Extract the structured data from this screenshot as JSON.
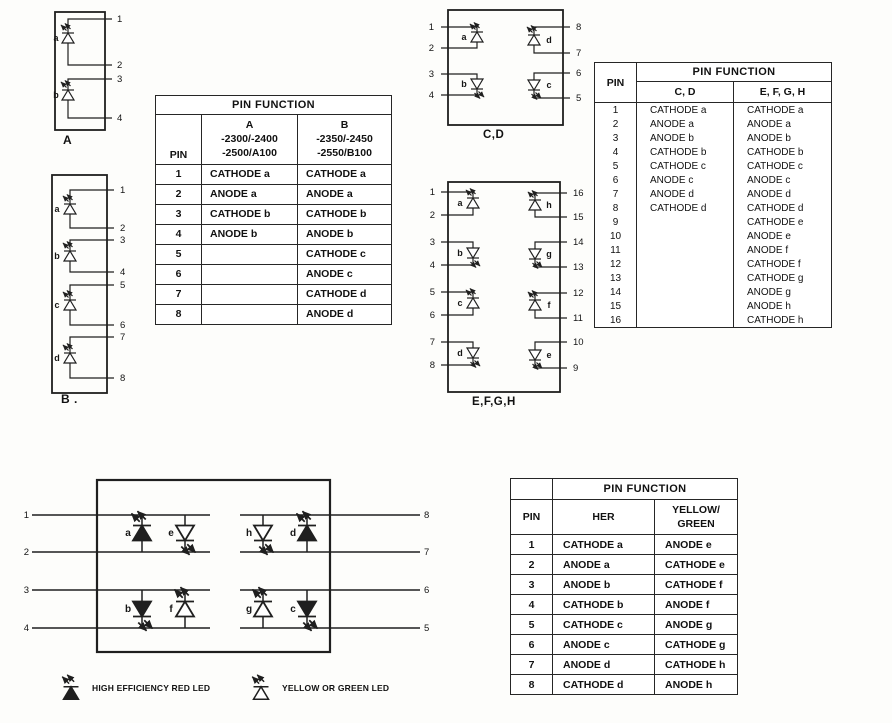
{
  "packages": {
    "a": {
      "label": "A",
      "pins": [
        "1",
        "2",
        "3",
        "4"
      ],
      "leds": [
        "a",
        "b"
      ]
    },
    "b": {
      "label": "B .",
      "pins": [
        "1",
        "2",
        "3",
        "4",
        "5",
        "6",
        "7",
        "8"
      ],
      "leds": [
        "a",
        "b",
        "c",
        "d"
      ]
    },
    "cd": {
      "label": "C,D",
      "left_pins": [
        "1",
        "2",
        "3",
        "4"
      ],
      "right_pins": [
        "8",
        "7",
        "6",
        "5"
      ],
      "leds": [
        "a",
        "b",
        "d",
        "c"
      ]
    },
    "efgh": {
      "label": "E,F,G,H",
      "left_pins": [
        "1",
        "2",
        "3",
        "4",
        "5",
        "6",
        "7",
        "8"
      ],
      "right_pins": [
        "16",
        "15",
        "14",
        "13",
        "12",
        "11",
        "10",
        "9"
      ],
      "leds_left": [
        "a",
        "b",
        "c",
        "d"
      ],
      "leds_right": [
        "h",
        "g",
        "f",
        "e"
      ]
    },
    "her": {
      "left_pins": [
        "1",
        "2",
        "3",
        "4"
      ],
      "right_pins": [
        "8",
        "7",
        "6",
        "5"
      ],
      "leds_top": [
        "a",
        "e",
        "h",
        "d"
      ],
      "leds_bottom": [
        "b",
        "f",
        "g",
        "c"
      ]
    }
  },
  "legend": {
    "red_label": "HIGH EFFICIENCY RED LED",
    "yellow_label": "YELLOW OR GREEN LED"
  },
  "table_ab": {
    "title": "PIN FUNCTION",
    "pin_header": "PIN",
    "col_a_header": "A\n-2300/-2400\n-2500/A100",
    "col_b_header": "B\n-2350/-2450\n-2550/B100",
    "rows": [
      [
        "1",
        "CATHODE a",
        "CATHODE a"
      ],
      [
        "2",
        "ANODE a",
        "ANODE a"
      ],
      [
        "3",
        "CATHODE b",
        "CATHODE b"
      ],
      [
        "4",
        "ANODE b",
        "ANODE b"
      ],
      [
        "5",
        "",
        "CATHODE c"
      ],
      [
        "6",
        "",
        "ANODE c"
      ],
      [
        "7",
        "",
        "CATHODE d"
      ],
      [
        "8",
        "",
        "ANODE d"
      ]
    ]
  },
  "table_cd_efgh": {
    "title": "PIN FUNCTION",
    "pin_header": "PIN",
    "col_cd_header": "C, D",
    "col_efgh_header": "E, F, G, H",
    "rows": [
      [
        "1",
        "CATHODE a",
        "CATHODE a"
      ],
      [
        "2",
        "ANODE a",
        "ANODE a"
      ],
      [
        "3",
        "ANODE b",
        "ANODE b"
      ],
      [
        "4",
        "CATHODE b",
        "CATHODE b"
      ],
      [
        "5",
        "CATHODE c",
        "CATHODE c"
      ],
      [
        "6",
        "ANODE c",
        "ANODE c"
      ],
      [
        "7",
        "ANODE d",
        "ANODE d"
      ],
      [
        "8",
        "CATHODE d",
        "CATHODE d"
      ],
      [
        "9",
        "",
        "CATHODE e"
      ],
      [
        "10",
        "",
        "ANODE e"
      ],
      [
        "11",
        "",
        "ANODE f"
      ],
      [
        "12",
        "",
        "CATHODE f"
      ],
      [
        "13",
        "",
        "CATHODE g"
      ],
      [
        "14",
        "",
        "ANODE g"
      ],
      [
        "15",
        "",
        "ANODE h"
      ],
      [
        "16",
        "",
        "CATHODE h"
      ]
    ]
  },
  "table_her": {
    "title": "PIN FUNCTION",
    "pin_header": "PIN",
    "col_her_header": "HER",
    "col_yg_header": "YELLOW/\nGREEN",
    "rows": [
      [
        "1",
        "CATHODE a",
        "ANODE e"
      ],
      [
        "2",
        "ANODE a",
        "CATHODE e"
      ],
      [
        "3",
        "ANODE b",
        "CATHODE f"
      ],
      [
        "4",
        "CATHODE b",
        "ANODE f"
      ],
      [
        "5",
        "CATHODE c",
        "ANODE g"
      ],
      [
        "6",
        "ANODE c",
        "CATHODE g"
      ],
      [
        "7",
        "ANODE d",
        "CATHODE h"
      ],
      [
        "8",
        "CATHODE d",
        "ANODE h"
      ]
    ]
  }
}
